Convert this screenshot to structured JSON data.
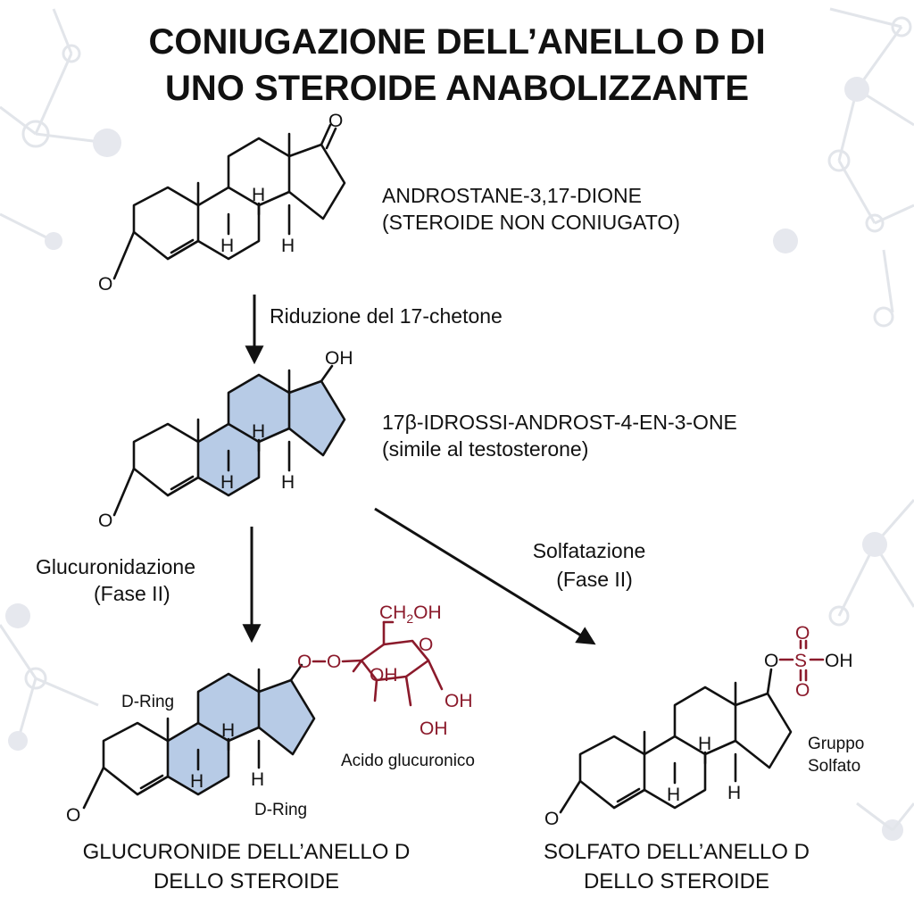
{
  "title": {
    "line1": "CONIUGAZIONE DELL’ANELLO D DI",
    "line2": "UNO STEROIDE ANABOLIZZANTE"
  },
  "molecules": {
    "androstanedione": {
      "name_line1": "ANDROSTANE-3,17-DIONE",
      "name_line2": "(STEROIDE NON CONIUGATO)",
      "ketone_o": "O",
      "c3_o": "O",
      "h_a": "H",
      "h_b": "H",
      "h_c": "H"
    },
    "hydroxy": {
      "name_line1": "17β-IDROSSI-ANDROST-4-EN-3-ONE",
      "name_line2": "(simile al testosterone)",
      "oh": "OH",
      "c3_o": "O",
      "h_a": "H",
      "h_b": "H",
      "h_c": "H"
    },
    "glucuronide": {
      "caption_line1": "GLUCURONIDE DELL’ANELLO D",
      "caption_line2": "DELLO STEROIDE",
      "d_ring_label_top": "D-Ring",
      "d_ring_label_bottom": "D-Ring",
      "linker_o1": "O",
      "linker_o2": "O",
      "sugar_ch2oh": "CH",
      "sugar_ch2oh_sub": "2",
      "sugar_ch2oh_end": "OH",
      "sugar_ring_o": "O",
      "sugar_oh1": "OH",
      "sugar_oh2": "OH",
      "sugar_oh3": "OH",
      "acid_label": "Acido glucuronico",
      "c3_o": "O",
      "h_a": "H",
      "h_b": "H",
      "h_c": "H"
    },
    "sulfate": {
      "caption_line1": "SOLFATO DELL’ANELLO D",
      "caption_line2": "DELLO STEROIDE",
      "o_link": "O",
      "s": "S",
      "o_top": "O",
      "o_bottom": "O",
      "oh": "OH",
      "group_line1": "Gruppo",
      "group_line2": "Solfato",
      "c3_o": "O",
      "h_a": "H",
      "h_b": "H",
      "h_c": "H"
    }
  },
  "arrows": {
    "reduction": "Riduzione del 17-chetone",
    "glucuronidation_line1": "Glucuronidazione",
    "glucuronidation_line2": "(Fase II)",
    "sulfation_line1": "Solfatazione",
    "sulfation_line2": "(Fase II)"
  },
  "colors": {
    "highlight_rings": "#b7cbe6",
    "glucuronic_acid": "#8b1a2b",
    "background_network": "#e2e5ea"
  }
}
